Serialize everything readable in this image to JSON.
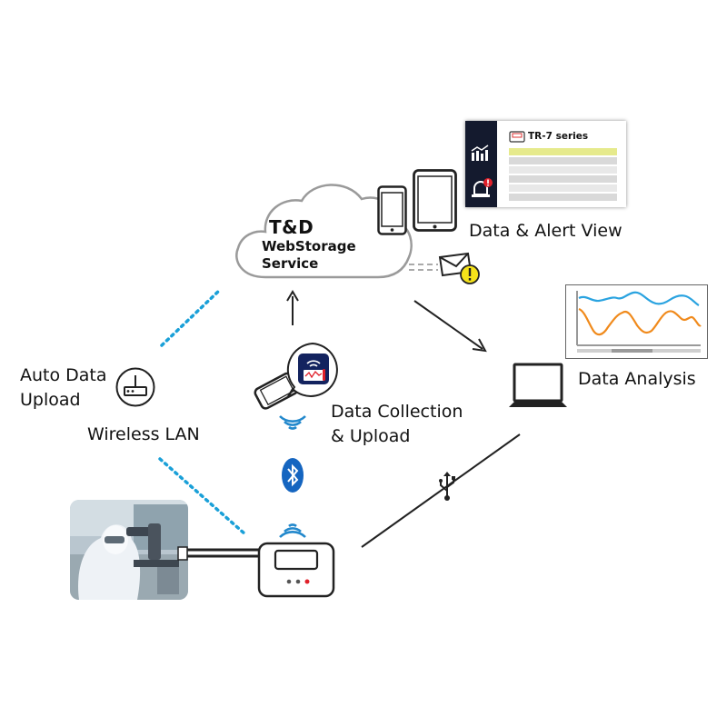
{
  "cloud": {
    "line1": "T&D",
    "line2": "WebStorage",
    "line3": "Service"
  },
  "labels": {
    "data_alert_view": "Data & Alert View",
    "data_analysis": "Data Analysis",
    "auto_upload_1": "Auto Data",
    "auto_upload_2": "Upload",
    "wireless_lan": "Wireless LAN",
    "collection_1": "Data Collection",
    "collection_2": "& Upload"
  },
  "alert_view_panel": {
    "series_name": "TR-7 series"
  },
  "colors": {
    "dotted_link": "#1aa0d8",
    "bluetooth": "#1565c0",
    "analysis_blue": "#2aa3e0",
    "analysis_orange": "#f08a1c",
    "alert_red": "#e0202a",
    "warning_yellow": "#f5e21a",
    "table_highlight": "#e6ea8c"
  },
  "icons": [
    "cloud-icon",
    "smartphone-icon",
    "tablet-icon",
    "envelope-icon",
    "warning-icon",
    "laptop-icon",
    "router-icon",
    "bluetooth-icon",
    "usb-icon",
    "wifi-icon",
    "data-logger-device",
    "app-icon",
    "cleanroom-photo"
  ]
}
